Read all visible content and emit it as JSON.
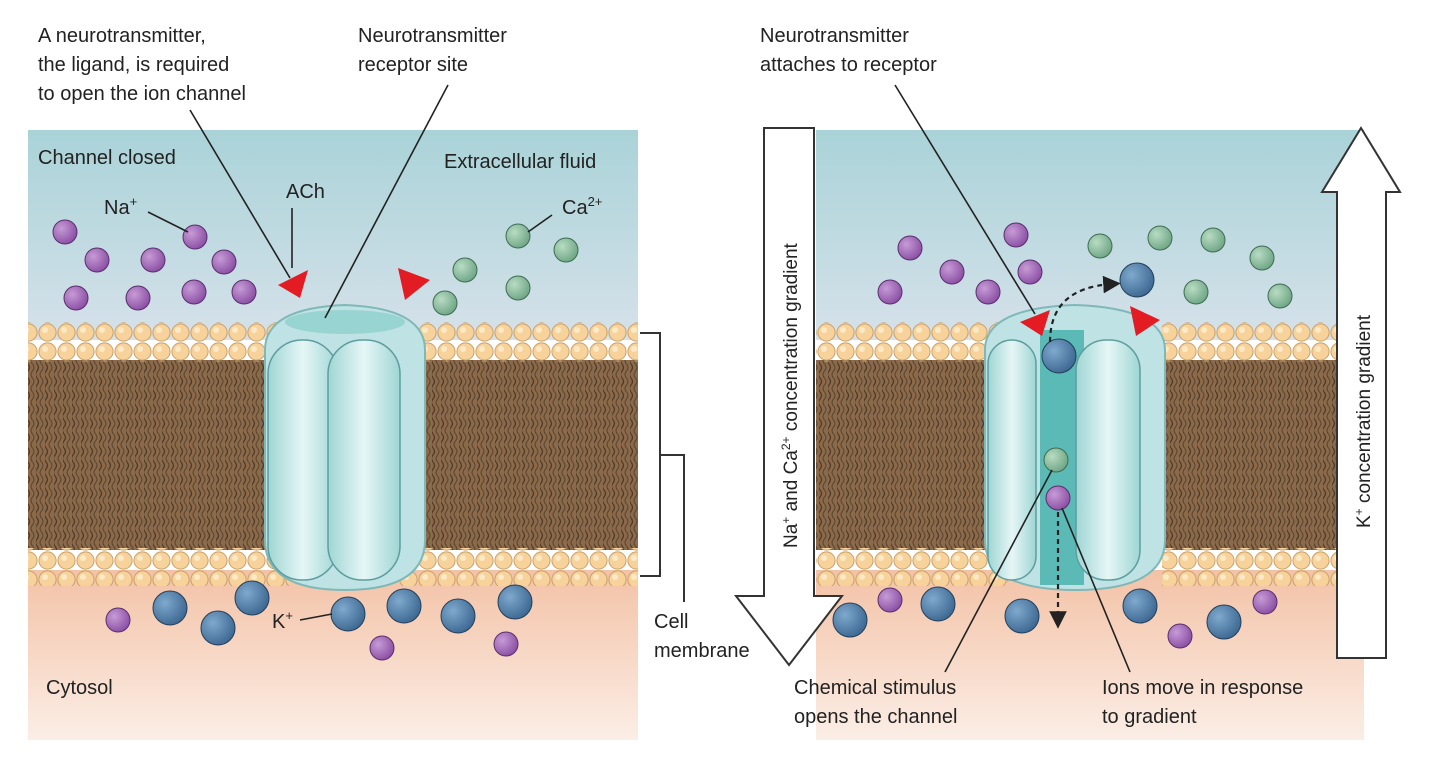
{
  "labels": {
    "ligand_note": [
      "A neurotransmitter,",
      "the ligand, is required",
      "to open the ion channel"
    ],
    "receptor_site": [
      "Neurotransmitter",
      "receptor site"
    ],
    "attaches": [
      "Neurotransmitter",
      "attaches to receptor"
    ],
    "channel_closed": "Channel closed",
    "ach": "ACh",
    "na": "Na",
    "na_sup": "+",
    "ca": "Ca",
    "ca_sup": "2+",
    "k": "K",
    "k_sup": "+",
    "extracellular": "Extracellular fluid",
    "cytosol": "Cytosol",
    "cell_membrane": [
      "Cell",
      "membrane"
    ],
    "chemical_stimulus": [
      "Chemical stimulus",
      "opens the channel"
    ],
    "ions_move": [
      "Ions move in response",
      "to gradient"
    ]
  },
  "gradients": {
    "na_ca": {
      "parts": [
        {
          "text": "Na"
        },
        {
          "text": "+",
          "sup": true
        },
        {
          "text": " and Ca"
        },
        {
          "text": "2+",
          "sup": true
        },
        {
          "text": " concentration gradient"
        }
      ]
    },
    "k": {
      "parts": [
        {
          "text": "K"
        },
        {
          "text": "+",
          "sup": true
        },
        {
          "text": " concentration gradient"
        }
      ]
    }
  },
  "colors": {
    "extracellular_top": "#a9d3d8",
    "extracellular_bottom": "#d6e1ea",
    "cytosol_top": "#f3c2a6",
    "cytosol_bottom": "#fbe9df",
    "lipid_head": "#f7d39b",
    "lipid_tail": "#7a5a3e",
    "channel": "#bfe3e4",
    "channel_dark": "#6cc4c0",
    "na_ion": "#9b5fb3",
    "ca_ion": "#86bb9a",
    "k_ion": "#4a79a5",
    "ligand": "#e31b23"
  }
}
